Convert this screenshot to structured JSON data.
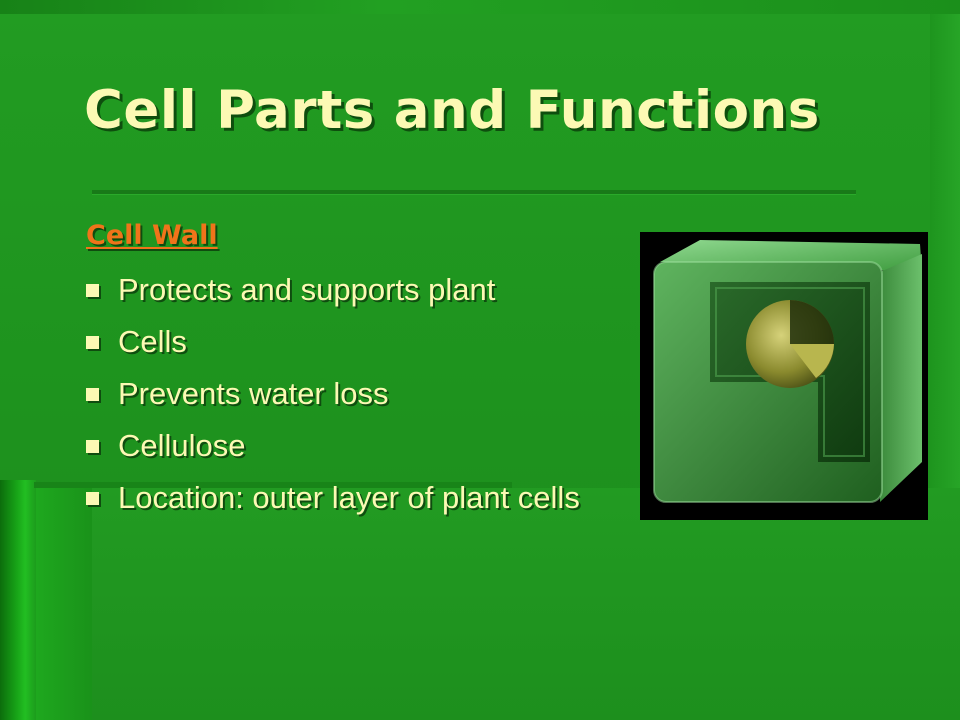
{
  "slide": {
    "title": "Cell Parts and Functions",
    "section_heading": "Cell Wall",
    "bullets": [
      "Protects and supports plant",
      "Cells",
      "Prevents water loss",
      "Cellulose",
      "Location:  outer layer of plant cells"
    ]
  },
  "colors": {
    "background": "#1f8f1f",
    "title_text": "#fcf9b4",
    "heading_text": "#f0741a",
    "image_background": "#000000"
  },
  "icons": {
    "bullet": "square-bullet-icon",
    "image": "plant-cell-wall-illustration"
  }
}
